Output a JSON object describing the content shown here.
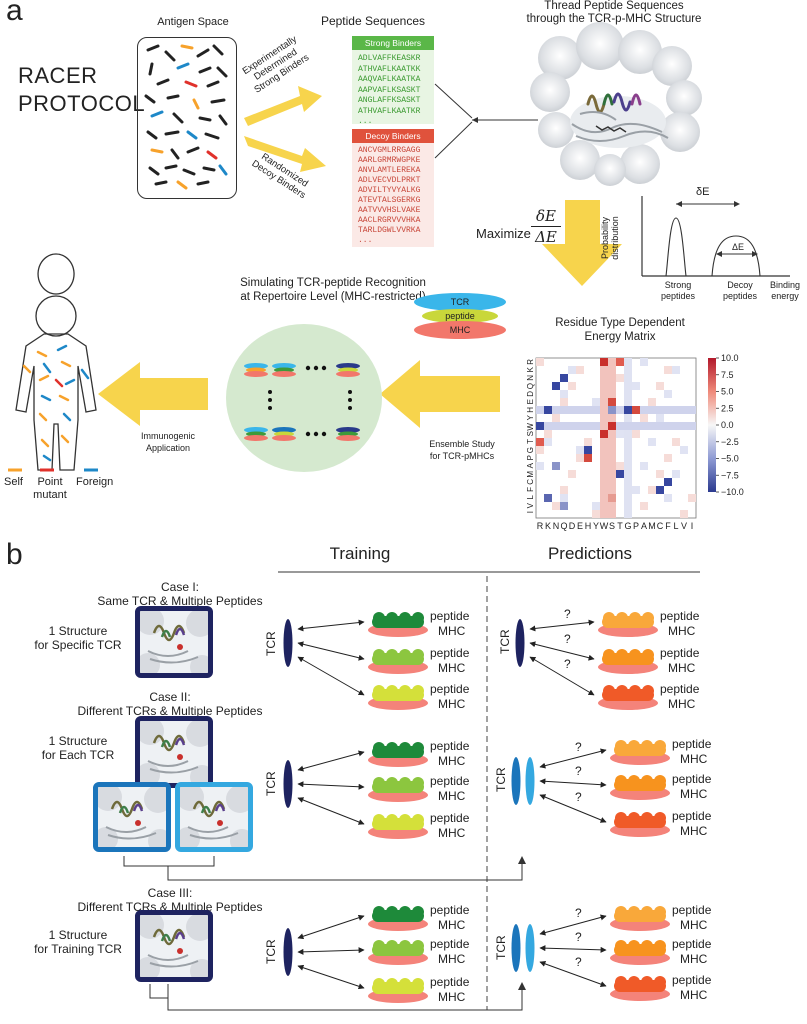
{
  "panel_a": {
    "letter": "a",
    "protocol_title_line1": "RACER",
    "protocol_title_line2": "PROTOCOL",
    "antigen_space": "Antigen Space",
    "peptide_sequences": "Peptide Sequences",
    "thread_line1": "Thread Peptide Sequences",
    "thread_line2": "through the TCR-p-MHC Structure",
    "experimental_line1": "Experimentally",
    "experimental_line2": "Determined",
    "experimental_line3": "Strong Binders",
    "randomized_line1": "Randomized",
    "randomized_line2": "Decoy Binders",
    "strong_header": "Strong Binders",
    "strong_sequences": [
      "ADLVAFFKEASKR",
      "ATHVAFLKAATKK",
      "AAQVAFLKAATKA",
      "AAPVAFLKSASKT",
      "ANGLAFFKSASKT",
      "ATHVAFLKAATKR",
      "..."
    ],
    "decoy_header": "Decoy Binders",
    "decoy_sequences": [
      "ANCVGMLRRGAGG",
      "AARLGRMRWGPKE",
      "ANVLAMTLEREKA",
      "ADLVECVDLPRKT",
      "ADVILTYVYALKG",
      "ATEVTALSGERKG",
      "AATVVVHSLVAKE",
      "AACLRGRVVVHKA",
      "TARLDGWLVVRKA",
      "..."
    ],
    "maximize": "Maximize",
    "frac_num": "δE",
    "frac_den": "ΔE",
    "prob_axis": "Probability distribution",
    "binding_energy_line1": "Binding",
    "binding_energy_line2": "energy",
    "strong_peptides_line1": "Strong",
    "strong_peptides_line2": "peptides",
    "decoy_peptides_line1": "Decoy",
    "decoy_peptides_line2": "peptides",
    "delta_small": "δE",
    "delta_big": "ΔE",
    "simulating_line1": "Simulating TCR-peptide Recognition",
    "simulating_line2": "at Repertoire Level (MHC-restricted)",
    "residue_line1": "Residue Type Dependent",
    "residue_line2": "Energy Matrix",
    "stack_tcr": "TCR",
    "stack_peptide": "peptide",
    "stack_mhc": "MHC",
    "ensemble_line1": "Ensemble Study",
    "ensemble_line2": "for TCR-pMHCs",
    "immunogenic_line1": "Immunogenic",
    "immunogenic_line2": "Application",
    "legend_self": "Self",
    "legend_point_line1": "Point",
    "legend_point_line2": "mutant",
    "legend_foreign": "Foreign",
    "matrix_axis": [
      "R",
      "K",
      "N",
      "Q",
      "D",
      "E",
      "H",
      "Y",
      "W",
      "S",
      "T",
      "G",
      "P",
      "A",
      "M",
      "C",
      "F",
      "L",
      "V",
      "I"
    ],
    "colorbar_ticks": [
      "10.0",
      "7.5",
      "5.0",
      "2.5",
      "0.0",
      "−2.5",
      "−5.0",
      "−7.5",
      "−10.0"
    ],
    "colors": {
      "strong_green": "#3ea83a",
      "decoy_red": "#e0523c",
      "arrow_yellow": "#f7d44c",
      "navy": "#1e2360",
      "tcr_blue": "#1b75bb",
      "tcr_light": "#34a8e0"
    }
  },
  "panel_b": {
    "letter": "b",
    "training": "Training",
    "predictions": "Predictions",
    "case1_line1": "Case I:",
    "case1_line2": "Same TCR & Multiple Peptides",
    "case1_struct_line1": "1 Structure",
    "case1_struct_line2": "for Specific TCR",
    "case2_line1": "Case II:",
    "case2_line2": "Different TCRs & Multiple Peptides",
    "case2_struct_line1": "1 Structure",
    "case2_struct_line2": "for Each TCR",
    "case3_line1": "Case III:",
    "case3_line2": "Different TCRs & Multiple Peptides",
    "case3_struct_line1": "1 Structure",
    "case3_struct_line2": "for Training TCR",
    "tcr": "TCR",
    "peptide": "peptide",
    "mhc": "MHC",
    "question": "?"
  }
}
